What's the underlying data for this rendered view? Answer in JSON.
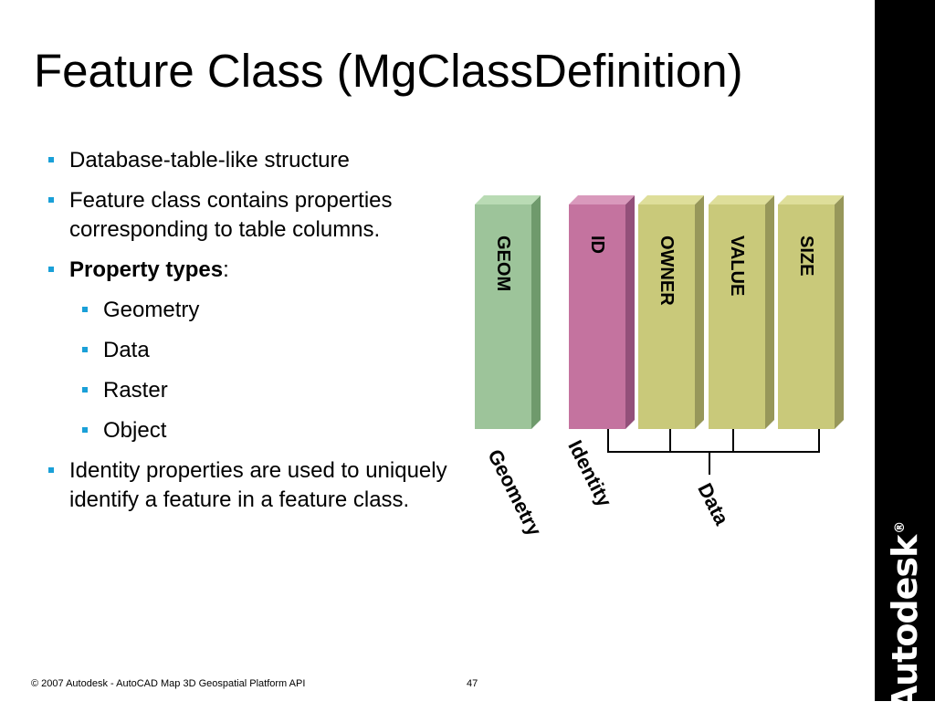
{
  "slide": {
    "title": "Feature Class (MgClassDefinition)",
    "bullets": {
      "b1": "Database-table-like structure",
      "b2": "Feature class contains properties corresponding to table columns.",
      "b3_bold": "Property types",
      "b3_rest": ":",
      "sub": [
        "Geometry",
        "Data",
        "Raster",
        "Object"
      ],
      "b4": "Identity properties are used to uniquely identify a feature in a feature class."
    }
  },
  "diagram": {
    "columns": [
      {
        "label": "GEOM",
        "color": "#9dc49a",
        "top_color": "#b9dbb4",
        "side_color": "#6f9a6c"
      },
      {
        "label": "ID",
        "color": "#c4739f",
        "top_color": "#d999bc",
        "side_color": "#93507a"
      },
      {
        "label": "OWNER",
        "color": "#c9c97a",
        "top_color": "#dede9a",
        "side_color": "#97975a"
      },
      {
        "label": "VALUE",
        "color": "#c9c97a",
        "top_color": "#dede9a",
        "side_color": "#97975a"
      },
      {
        "label": "SIZE",
        "color": "#c9c97a",
        "top_color": "#dede9a",
        "side_color": "#97975a"
      }
    ],
    "groups": {
      "geometry": "Geometry",
      "identity": "Identity",
      "data": "Data"
    }
  },
  "brand": {
    "logo": "Autodesk",
    "reg_mark": "®"
  },
  "footer": {
    "copyright": "© 2007 Autodesk - AutoCAD Map 3D Geospatial Platform API",
    "page": "47"
  }
}
